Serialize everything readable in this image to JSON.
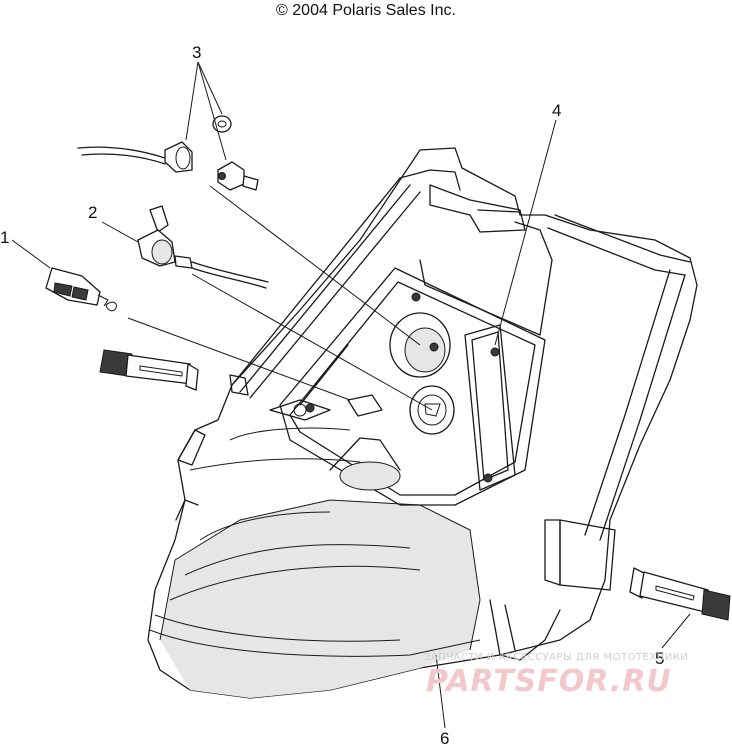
{
  "copyright": "© 2004 Polaris Sales Inc.",
  "callouts": [
    {
      "id": "1",
      "label": "1"
    },
    {
      "id": "2",
      "label": "2"
    },
    {
      "id": "3",
      "label": "3"
    },
    {
      "id": "4",
      "label": "4"
    },
    {
      "id": "5",
      "label": "5"
    },
    {
      "id": "6",
      "label": "6"
    }
  ],
  "watermark": {
    "subtitle": "ЗАПЧАСТИ И АКСЕССУАРЫ ДЛЯ МОТОТЕХНИКИ",
    "logo": "PARTSFOR.RU"
  }
}
